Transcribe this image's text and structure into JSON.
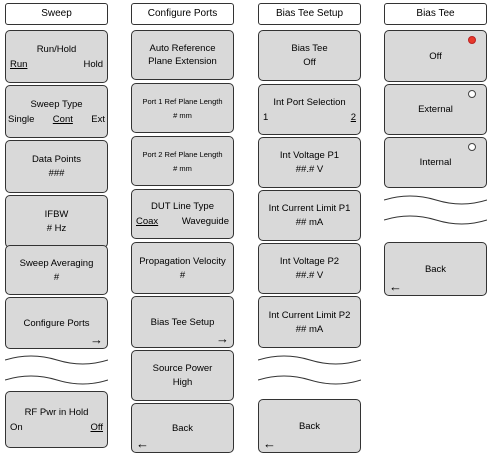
{
  "sweep": {
    "title": "Sweep",
    "run_hold": {
      "label": "Run/Hold",
      "run": "Run",
      "hold": "Hold"
    },
    "sweep_type": {
      "label": "Sweep Type",
      "single": "Single",
      "cont": "Cont",
      "ext": "Ext"
    },
    "data_points": {
      "label": "Data Points",
      "value": "###"
    },
    "ifbw": {
      "label": "IFBW",
      "value": "# Hz"
    },
    "sweep_averaging": {
      "label": "Sweep Averaging",
      "value": "#"
    },
    "configure_ports": {
      "label": "Configure Ports",
      "arrow": "→"
    },
    "rf_pwr_hold": {
      "label": "RF Pwr in Hold",
      "on": "On",
      "off": "Off"
    }
  },
  "configure_ports": {
    "title": "Configure Ports",
    "auto_ref": {
      "line1": "Auto Reference",
      "line2": "Plane Extension"
    },
    "port1": {
      "label": "Port 1 Ref Plane Length",
      "value": "# mm"
    },
    "port2": {
      "label": "Port 2 Ref Plane Length",
      "value": "# mm"
    },
    "dut_line": {
      "label": "DUT Line Type",
      "coax": "Coax",
      "waveguide": "Waveguide"
    },
    "propagation": {
      "label": "Propagation Velocity",
      "value": "#"
    },
    "bias_tee_setup": {
      "label": "Bias Tee Setup",
      "arrow": "→"
    },
    "source_power": {
      "label": "Source Power",
      "value": "High"
    },
    "back": {
      "label": "Back",
      "arrow": "←"
    }
  },
  "bias_tee_setup": {
    "title": "Bias Tee Setup",
    "bias_tee": {
      "label": "Bias Tee",
      "value": "Off"
    },
    "int_port": {
      "label": "Int Port Selection",
      "opt1": "1",
      "opt2": "2"
    },
    "int_voltage_p1": {
      "label": "Int Voltage P1",
      "value": "##.# V"
    },
    "int_current_p1": {
      "label": "Int Current Limit P1",
      "value": "## mA"
    },
    "int_voltage_p2": {
      "label": "Int Voltage P2",
      "value": "##.# V"
    },
    "int_current_p2": {
      "label": "Int Current Limit P2",
      "value": "## mA"
    },
    "back": {
      "label": "Back",
      "arrow": "←"
    }
  },
  "bias_tee": {
    "title": "Bias Tee",
    "off": "Off",
    "external": "External",
    "internal": "Internal",
    "selected": "Off",
    "back": {
      "label": "Back",
      "arrow": "←"
    }
  },
  "colors": {
    "key_bg": "#d9d9d9",
    "radio_selected": "#e8392b"
  }
}
